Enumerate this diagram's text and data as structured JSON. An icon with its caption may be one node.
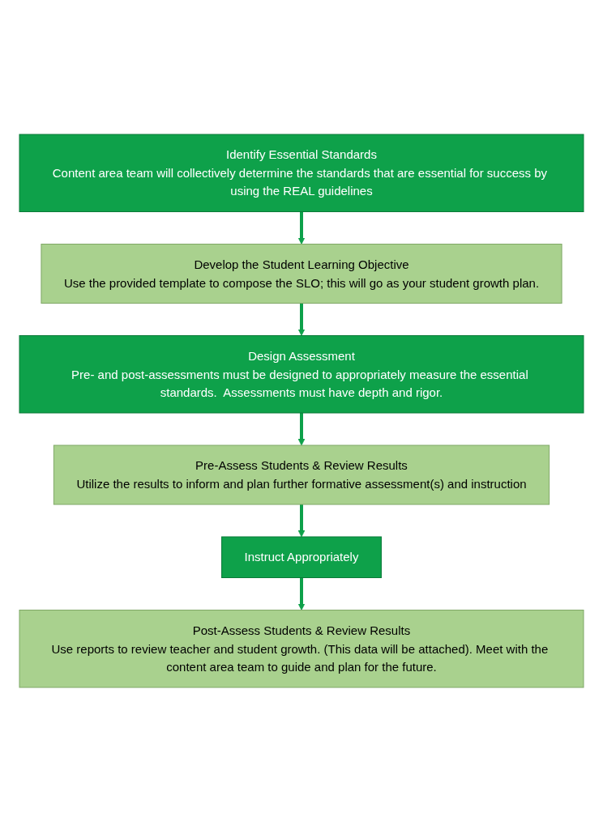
{
  "diagram": {
    "nodes": [
      {
        "text": [
          "Identify Essential Standards",
          "Content area team will collectively determine the standards that are essential for success by using the REAL guidelines"
        ]
      },
      {
        "text": [
          "Develop the Student Learning Objective",
          "Use the provided template to compose the SLO; this will go as your student growth plan."
        ]
      },
      {
        "text": [
          "Design Assessment",
          "Pre- and post-assessments must be designed to appropriately measure the essential standards.  Assessments must have depth and rigor."
        ]
      },
      {
        "text": [
          "Pre-Assess Students & Review Results",
          "Utilize the results to inform and plan further formative assessment(s) and instruction"
        ]
      },
      {
        "text": [
          "Instruct Appropriately"
        ]
      },
      {
        "text": [
          "Post-Assess Students & Review Results",
          "Use reports to review teacher and student growth. (This data will be attached). Meet with the content area team to guide and plan for the future."
        ]
      }
    ],
    "edges": [
      {
        "from": 0,
        "to": 1,
        "arrow": "to"
      },
      {
        "from": 1,
        "to": 2,
        "arrow": "to"
      },
      {
        "from": 2,
        "to": 3,
        "arrow": "to"
      },
      {
        "from": 3,
        "to": 4,
        "arrow": "to"
      },
      {
        "from": 4,
        "to": 5,
        "arrow": "to"
      }
    ]
  }
}
